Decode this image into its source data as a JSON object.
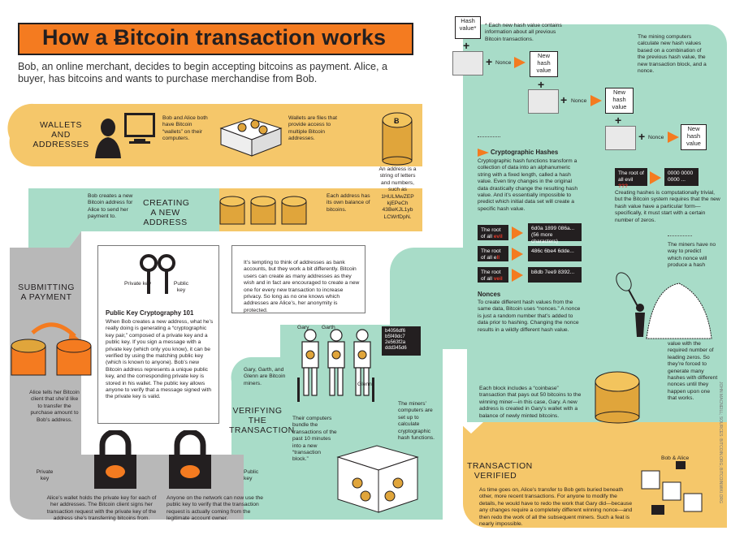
{
  "title": "How a Ƀitcoin transaction works",
  "intro": "Bob, an online merchant, decides to begin accepting bitcoins as payment. Alice, a buyer, has bitcoins and wants to purchase merchandise from Bob.",
  "colors": {
    "orange": "#f47b20",
    "yellow": "#f5c76a",
    "teal": "#a8dcc8",
    "gray": "#b8b8b8",
    "dark": "#231f20",
    "red": "#e53a2a"
  },
  "wallets": {
    "heading": "WALLETS AND ADDRESSES",
    "text1": "Bob and Alice both have Bitcoin “wallets” on their computers.",
    "text2": "Wallets are files that provide access to multiple Bitcoin addresses.",
    "text3": "An address is a string of letters and numbers, such as 1HULMwZEP kjEPeCh 43BeKJL1yb LCWrfDpN.",
    "text4": "Each address has its own balance of bitcoins."
  },
  "creating": {
    "heading": "CREATING A NEW ADDRESS",
    "text": "Bob creates a new Bitcoin address for Alice to send her payment to."
  },
  "submitting": {
    "heading": "SUBMITTING A PAYMENT",
    "text": "Alice tells her Bitcoin client that she’d like to transfer the purchase amount to Bob’s address.",
    "private_key": "Private key",
    "public_key": "Public key",
    "text_wallet": "Alice’s wallet holds the private key for each of her addresses. The Bitcoin client signs her transaction request with the private key of the address she’s transferring bitcoins from.",
    "text_network": "Anyone on the network can now use the public key to verify that the transaction request is actually coming from the legitimate account owner."
  },
  "pkc": {
    "private_label": "Private key",
    "public_label": "Public key",
    "title": "Public Key Cryptography 101",
    "text": "When Bob creates a new address, what he’s really doing is generating a “cryptographic key pair,” composed of a private key and a public key. If you sign a message with a private key (which only you know), it can be verified by using the matching public key (which is known to anyone). Bob’s new Bitcoin address represents a unique public key, and the corresponding private key is stored in his wallet. The public key allows anyone to verify that a message signed with the private key is valid."
  },
  "tempting": "It’s tempting to think of addresses as bank accounts, but they work a bit differently. Bitcoin users can create as many addresses as they wish and in fact are encouraged to create a new one for every new transaction to increase privacy. So long as no one knows which addresses are Alice’s, her anonymity is protected.",
  "verifying": {
    "heading": "VERIFYING THE TRANSACTION",
    "miners_text": "Gary, Garth, and Glenn are Bitcoin miners.",
    "names": [
      "Gary",
      "Garth",
      "Glenn"
    ],
    "screen": "b4056df6 b5f49dc7 2e563f2a ddd345d6",
    "computers_text": "Their computers bundle the transactions of the past 10 minutes into a new “transaction block.”",
    "hash_text": "The miners’ computers are set up to calculate cryptographic hash functions."
  },
  "hashes": {
    "hash_value": "Hash value*",
    "note": "* Each new hash value contains information about all previous Bitcoin transactions.",
    "new_hash": "New hash value",
    "nonce": "Nonce",
    "mining_text": "The mining computers calculate new hash values based on a combination of the previous hash value, the new transaction block, and a nonce."
  },
  "crypto": {
    "title": "Cryptographic Hashes",
    "text": "Cryptographic hash functions transform a collection of data into an alphanumeric string with a fixed length, called a hash value. Even tiny changes in the original data drastically change the resulting hash value. And it’s essentially impossible to predict which initial data set will create a specific hash value.",
    "rows": [
      {
        "pre": "The root of all ",
        "suf": "evil",
        "out": "6d0a 1899 086a... (56 more characters)"
      },
      {
        "pre": "The root of all e",
        "suf": "ll",
        "out": "486c 6be4 6dde..."
      },
      {
        "pre": "The root of all ",
        "suf": "veil",
        "out": "b8db 7ee9 8392..."
      }
    ],
    "nonces_title": "Nonces",
    "nonces_text": "To create different hash values from the same data, Bitcoin uses “nonces.” A nonce is just a random number that’s added to data prior to hashing. Changing the nonce results in a wildly different hash value."
  },
  "root_box": {
    "pre": "The root of all evil",
    "q": "???",
    "out": "0000 0000 0000 ..."
  },
  "computational": "Creating hashes is computationally trivial, but the Bitcoin system requires that the new hash value have a particular form—specifically, it must start with a certain number of zeros.",
  "miners_predict": "The miners have no way to predict which nonce will produce a hash",
  "zeros_text": "value with the required number of leading zeros. So they’re forced to generate many hashes with different nonces until they happen upon one that works.",
  "coinbase": "Each block includes a “coinbase” transaction that pays out 50 bitcoins to the winning miner—in this case, Gary. A new address is created in Gary’s wallet with a balance of newly minted bitcoins.",
  "verified": {
    "heading": "TRANSACTION VERIFIED",
    "text": "As time goes on, Alice’s transfer to Bob gets buried beneath other, more recent transactions. For anyone to modify the details, he would have to redo the work that Gary did—because any changes require a completely different winning nonce—and then redo the work of all the subsequent miners. Such a feat is nearly impossible.",
    "bob_alice": "Bob & Alice"
  },
  "credit": "JOHN MACNEILL; SOURCES: BITCOIN.ORG; BITCOINWIKI.ORG"
}
